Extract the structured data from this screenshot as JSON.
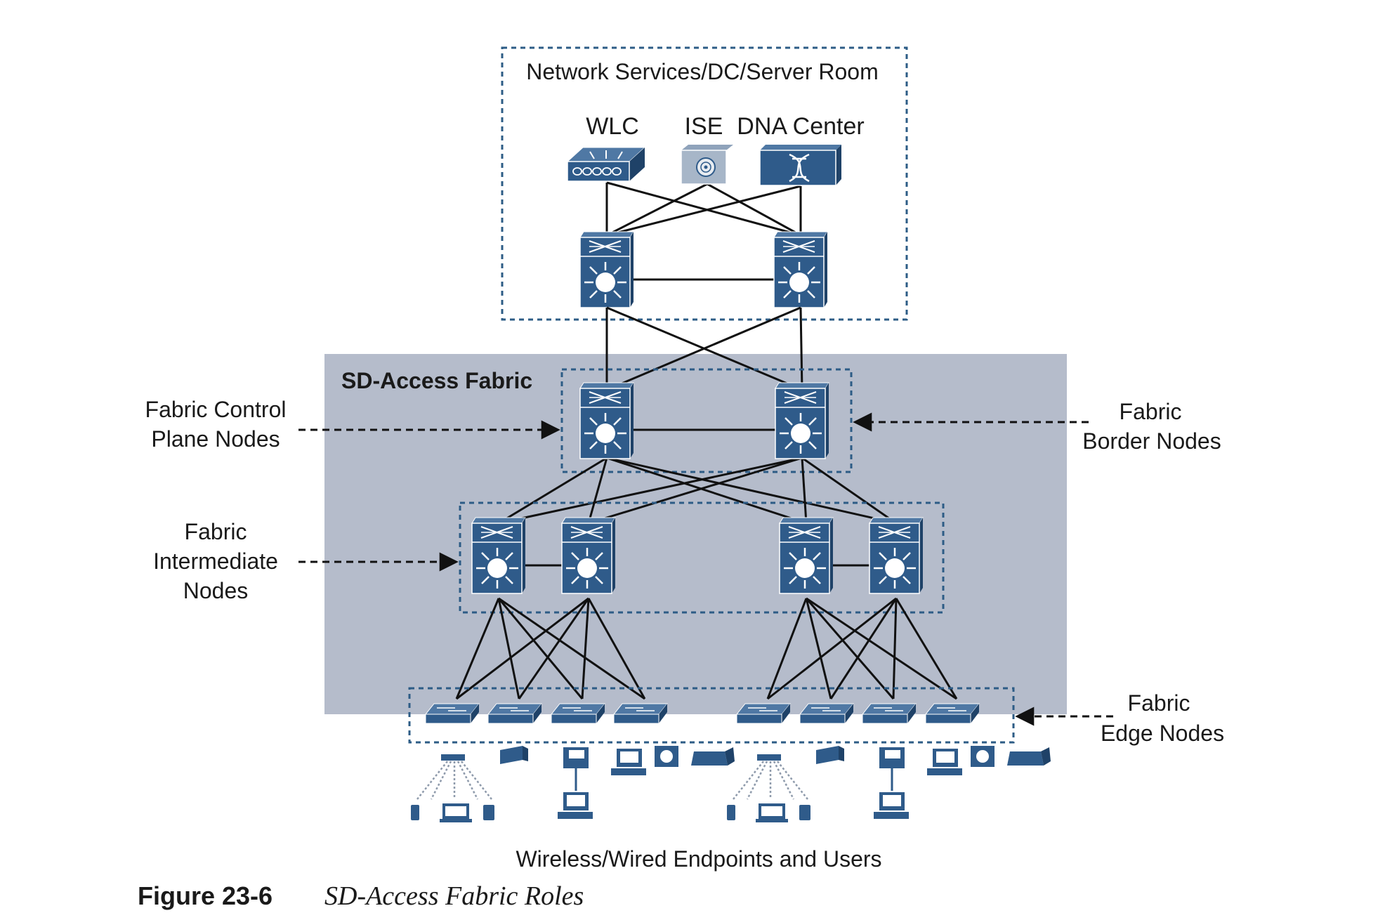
{
  "labels": {
    "services_zone": "Network Services/DC/Server Room",
    "wlc": "WLC",
    "ise": "ISE",
    "dnac": "DNA Center",
    "fabric_zone": "SD-Access Fabric",
    "control_plane_1": "Fabric Control",
    "control_plane_2": "Plane Nodes",
    "border_1": "Fabric",
    "border_2": "Border Nodes",
    "intermediate_1": "Fabric",
    "intermediate_2": "Intermediate",
    "intermediate_3": "Nodes",
    "edge_1": "Fabric",
    "edge_2": "Edge Nodes",
    "endpoints": "Wireless/Wired Endpoints and Users"
  },
  "caption": {
    "number": "Figure 23-6",
    "title": "SD-Access Fabric Roles"
  },
  "colors": {
    "device_blue": "#2f5b8a",
    "device_dark": "#1f4268",
    "fabric_bg": "#b5bccb",
    "zone_border": "#2d5c86",
    "line": "#111111"
  },
  "icons": {
    "wlc": "wireless-controller-icon",
    "ise": "fingerprint-appliance-icon",
    "dnac": "dna-center-icon",
    "multilayer_switch": "layer3-switch-icon",
    "access_switch": "workgroup-switch-icon"
  }
}
